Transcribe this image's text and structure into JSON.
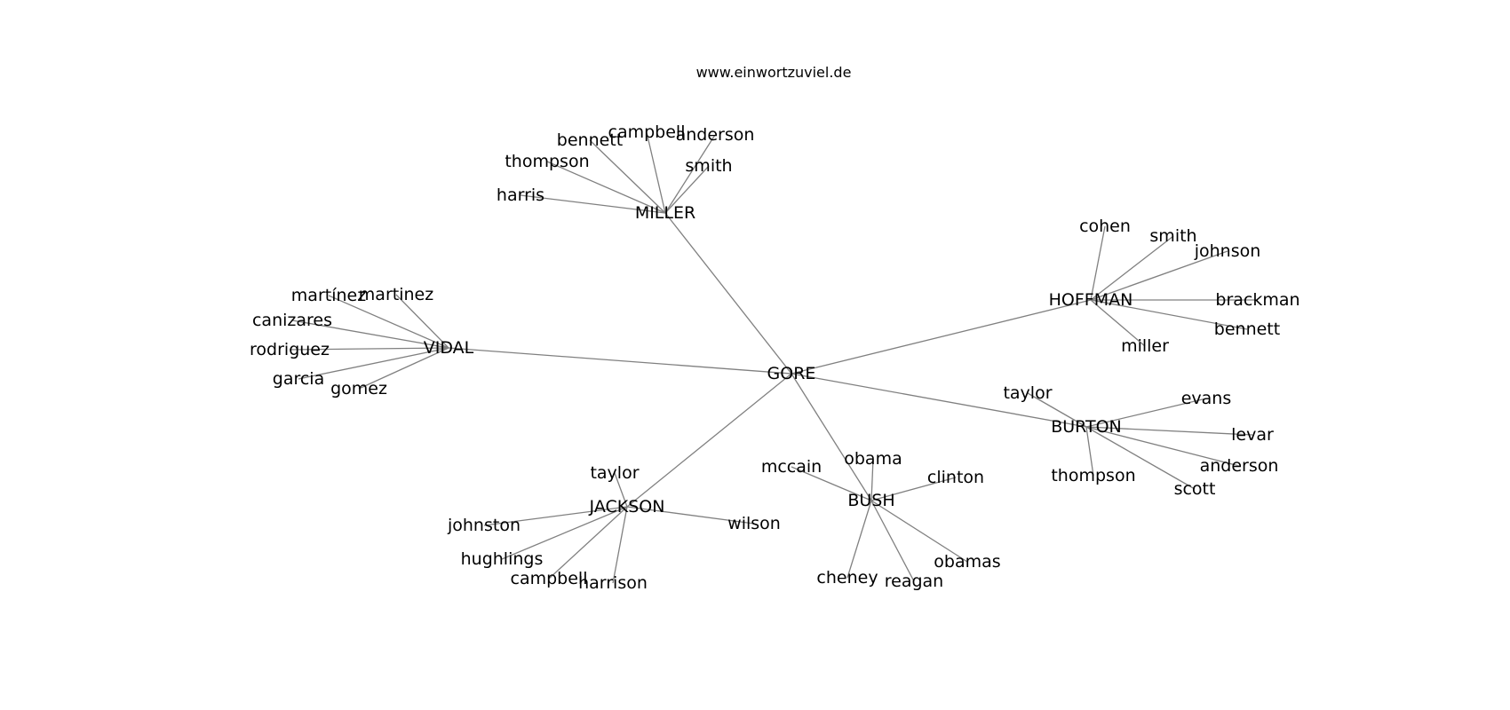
{
  "title": "www.einwortzuviel.de",
  "colors": {
    "edge": "#808080",
    "label": "#000000",
    "background": "#ffffff"
  },
  "graph": {
    "nodes": [
      {
        "id": "gore",
        "label": "GORE"
      },
      {
        "id": "miller",
        "label": "MILLER"
      },
      {
        "id": "vidal",
        "label": "VIDAL"
      },
      {
        "id": "hoffman",
        "label": "HOFFMAN"
      },
      {
        "id": "burton",
        "label": "BURTON"
      },
      {
        "id": "bush",
        "label": "BUSH"
      },
      {
        "id": "jackson",
        "label": "JACKSON"
      },
      {
        "id": "miller-bennett",
        "label": "bennett"
      },
      {
        "id": "miller-campbell",
        "label": "campbell"
      },
      {
        "id": "miller-anderson",
        "label": "anderson"
      },
      {
        "id": "miller-thompson",
        "label": "thompson"
      },
      {
        "id": "miller-smith",
        "label": "smith"
      },
      {
        "id": "miller-harris",
        "label": "harris"
      },
      {
        "id": "vidal-martinez-accent",
        "label": "martínez"
      },
      {
        "id": "vidal-martinez",
        "label": "martinez"
      },
      {
        "id": "vidal-canizares",
        "label": "canizares"
      },
      {
        "id": "vidal-rodriguez",
        "label": "rodriguez"
      },
      {
        "id": "vidal-garcia",
        "label": "garcia"
      },
      {
        "id": "vidal-gomez",
        "label": "gomez"
      },
      {
        "id": "hoffman-cohen",
        "label": "cohen"
      },
      {
        "id": "hoffman-smith",
        "label": "smith"
      },
      {
        "id": "hoffman-johnson",
        "label": "johnson"
      },
      {
        "id": "hoffman-brackman",
        "label": "brackman"
      },
      {
        "id": "hoffman-bennett",
        "label": "bennett"
      },
      {
        "id": "hoffman-miller",
        "label": "miller"
      },
      {
        "id": "burton-taylor",
        "label": "taylor"
      },
      {
        "id": "burton-evans",
        "label": "evans"
      },
      {
        "id": "burton-levar",
        "label": "levar"
      },
      {
        "id": "burton-anderson",
        "label": "anderson"
      },
      {
        "id": "burton-thompson",
        "label": "thompson"
      },
      {
        "id": "burton-scott",
        "label": "scott"
      },
      {
        "id": "bush-mccain",
        "label": "mccain"
      },
      {
        "id": "bush-obama",
        "label": "obama"
      },
      {
        "id": "bush-clinton",
        "label": "clinton"
      },
      {
        "id": "bush-obamas",
        "label": "obamas"
      },
      {
        "id": "bush-cheney",
        "label": "cheney"
      },
      {
        "id": "bush-reagan",
        "label": "reagan"
      },
      {
        "id": "jackson-taylor",
        "label": "taylor"
      },
      {
        "id": "jackson-johnston",
        "label": "johnston"
      },
      {
        "id": "jackson-wilson",
        "label": "wilson"
      },
      {
        "id": "jackson-hughlings",
        "label": "hughlings"
      },
      {
        "id": "jackson-campbell",
        "label": "campbell"
      },
      {
        "id": "jackson-harrison",
        "label": "harrison"
      }
    ],
    "edges": [
      [
        "gore",
        "miller"
      ],
      [
        "gore",
        "vidal"
      ],
      [
        "gore",
        "hoffman"
      ],
      [
        "gore",
        "burton"
      ],
      [
        "gore",
        "bush"
      ],
      [
        "gore",
        "jackson"
      ],
      [
        "miller",
        "miller-bennett"
      ],
      [
        "miller",
        "miller-campbell"
      ],
      [
        "miller",
        "miller-anderson"
      ],
      [
        "miller",
        "miller-thompson"
      ],
      [
        "miller",
        "miller-smith"
      ],
      [
        "miller",
        "miller-harris"
      ],
      [
        "vidal",
        "vidal-martinez-accent"
      ],
      [
        "vidal",
        "vidal-martinez"
      ],
      [
        "vidal",
        "vidal-canizares"
      ],
      [
        "vidal",
        "vidal-rodriguez"
      ],
      [
        "vidal",
        "vidal-garcia"
      ],
      [
        "vidal",
        "vidal-gomez"
      ],
      [
        "hoffman",
        "hoffman-cohen"
      ],
      [
        "hoffman",
        "hoffman-smith"
      ],
      [
        "hoffman",
        "hoffman-johnson"
      ],
      [
        "hoffman",
        "hoffman-brackman"
      ],
      [
        "hoffman",
        "hoffman-bennett"
      ],
      [
        "hoffman",
        "hoffman-miller"
      ],
      [
        "burton",
        "burton-taylor"
      ],
      [
        "burton",
        "burton-evans"
      ],
      [
        "burton",
        "burton-levar"
      ],
      [
        "burton",
        "burton-anderson"
      ],
      [
        "burton",
        "burton-thompson"
      ],
      [
        "burton",
        "burton-scott"
      ],
      [
        "bush",
        "bush-mccain"
      ],
      [
        "bush",
        "bush-obama"
      ],
      [
        "bush",
        "bush-clinton"
      ],
      [
        "bush",
        "bush-obamas"
      ],
      [
        "bush",
        "bush-cheney"
      ],
      [
        "bush",
        "bush-reagan"
      ],
      [
        "jackson",
        "jackson-taylor"
      ],
      [
        "jackson",
        "jackson-johnston"
      ],
      [
        "jackson",
        "jackson-wilson"
      ],
      [
        "jackson",
        "jackson-hughlings"
      ],
      [
        "jackson",
        "jackson-campbell"
      ],
      [
        "jackson",
        "jackson-harrison"
      ]
    ]
  }
}
